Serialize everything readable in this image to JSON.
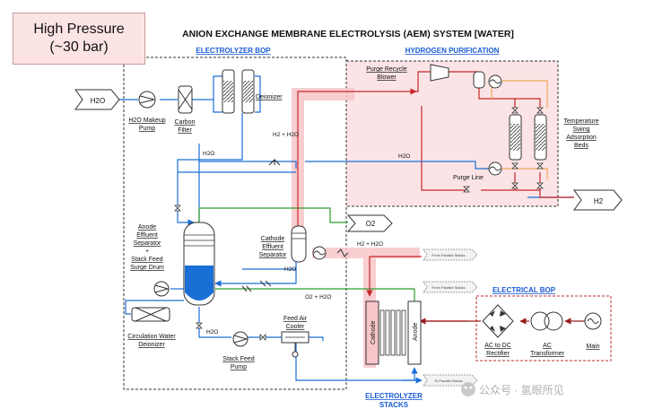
{
  "badge": {
    "line1": "High Pressure",
    "line2": "(~30 bar)"
  },
  "title": "ANION EXCHANGE MEMBRANE ELECTROLYSIS (AEM) SYSTEM [WATER]",
  "sections": {
    "electrolyzer_bop": "ELECTROLYZER BOP",
    "hydrogen_purification": "HYDROGEN PURIFICATION",
    "electrical_bop": "ELECTRICAL BOP",
    "stacks_line1": "ELECTROLYZER",
    "stacks_line2": "STACKS"
  },
  "streams": {
    "h2o_in": "H2O",
    "h2_out": "H2",
    "o2_out": "O2",
    "h2o_1": "H2O",
    "h2o_2": "H2O",
    "h2o_3": "H2O",
    "h2o_4": "H2O",
    "h2_h2o_1": "H2 + H2O",
    "h2_h2o_2": "H2 + H2O",
    "o2_h2o": "O2 + H2O"
  },
  "equipment": {
    "makeup_pump": [
      "H2O Makeup",
      "Pump"
    ],
    "carbon_filter": [
      "Carbon",
      "Filter"
    ],
    "deionizer": "Deionizer",
    "purge_blower": [
      "Purge Recycle",
      "Blower"
    ],
    "tsa_beds": [
      "Temperature",
      "Swing",
      "Adsorption",
      "Beds"
    ],
    "purge_line": "Purge Line",
    "anode_separator": [
      "Anode",
      "Effluent",
      "Separator",
      "+",
      "Stack Feed",
      "Surge Drum"
    ],
    "cathode_separator": [
      "Cathode",
      "Effluent",
      "Separator"
    ],
    "circ_deionizer": [
      "Circulation Water",
      "Deionizer"
    ],
    "stack_feed_pump": [
      "Stack Feed",
      "Pump"
    ],
    "feed_air_cooler": [
      "Feed Air",
      "Cooler"
    ],
    "cathode": "Cathode",
    "anode": "Anode",
    "rectifier": [
      "AC to DC",
      "Rectifier"
    ],
    "transformer": [
      "AC",
      "Transformer"
    ],
    "main": "Main"
  },
  "parallel_tags": {
    "from_1": "From Parallel Stacks",
    "from_2": "From Parallel Stacks",
    "to_1": "To Parallel Stacks"
  },
  "watermark": "公众号 · 氢眼所见",
  "colors": {
    "water": "#1a6fd6",
    "hydrogen": "#c62828",
    "oxygen": "#2e9e2e",
    "purge": "#f2a65a",
    "electric": "#9b1c1c",
    "highlight": "#f7c6c9",
    "drum_fill": "#1a6fd6"
  }
}
